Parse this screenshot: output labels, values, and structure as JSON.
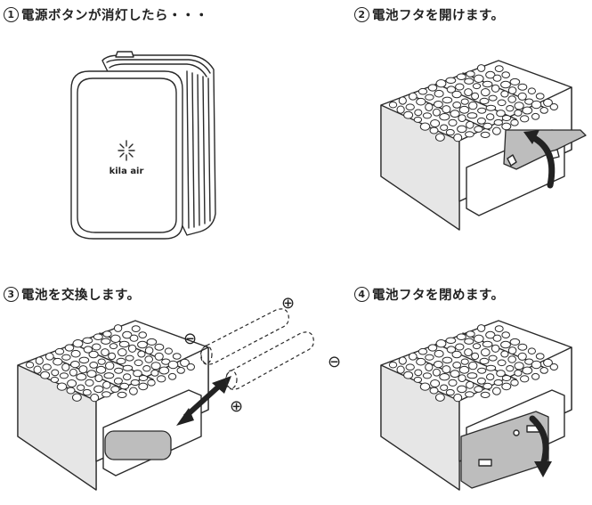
{
  "steps": [
    {
      "number": "1",
      "text": "電源ボタンが消灯したら・・・"
    },
    {
      "number": "2",
      "text": "電池フタを開けます。"
    },
    {
      "number": "3",
      "text": "電池を交換します。"
    },
    {
      "number": "4",
      "text": "電池フタを閉めます。"
    }
  ],
  "device": {
    "brand": "kila air"
  },
  "battery_symbols": {
    "plus": "⊕",
    "minus": "⊖"
  }
}
